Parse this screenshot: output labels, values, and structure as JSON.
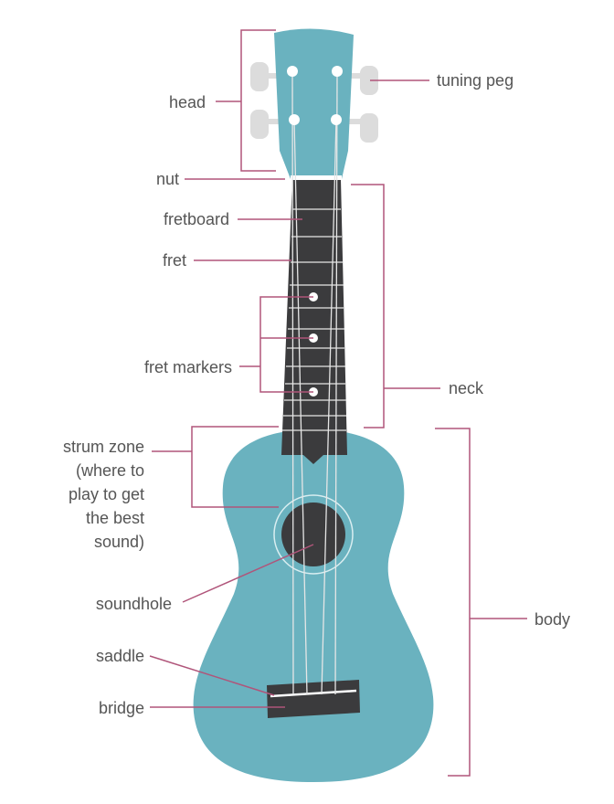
{
  "labels": {
    "head": "head",
    "tuning_peg": "tuning peg",
    "nut": "nut",
    "fretboard": "fretboard",
    "fret": "fret",
    "fret_markers": "fret markers",
    "neck": "neck",
    "strum_zone": [
      "strum zone",
      "(where to",
      "play to get",
      "the best",
      "sound)"
    ],
    "soundhole": "soundhole",
    "body": "body",
    "saddle": "saddle",
    "bridge": "bridge"
  },
  "colors": {
    "body": "#6ab2bf",
    "fretboard": "#3b3b3d",
    "peg": "#dcdcdc",
    "string": "#e6e6e6",
    "leader": "#b0557a",
    "label": "#555555"
  }
}
